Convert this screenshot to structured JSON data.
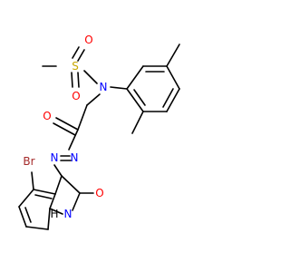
{
  "molecule": {
    "atoms": {
      "sulfur": "S",
      "oxygen_s1": "O",
      "oxygen_s2": "O",
      "nitrogen_sulfonamide": "N",
      "oxygen_carbonyl": "O",
      "nitrogen_hydrazone_1": "N",
      "nitrogen_hydrazone_2": "N",
      "bromine": "Br",
      "oxygen_ring": "O",
      "hydrogen": "H",
      "nitrogen_ring": "N"
    },
    "colors": {
      "bond": "#000000",
      "sulfur": "#c8a800",
      "oxygen": "#ff0000",
      "nitrogen": "#0000ff",
      "bromine": "#a52a2a",
      "hydrogen": "#000000"
    }
  }
}
